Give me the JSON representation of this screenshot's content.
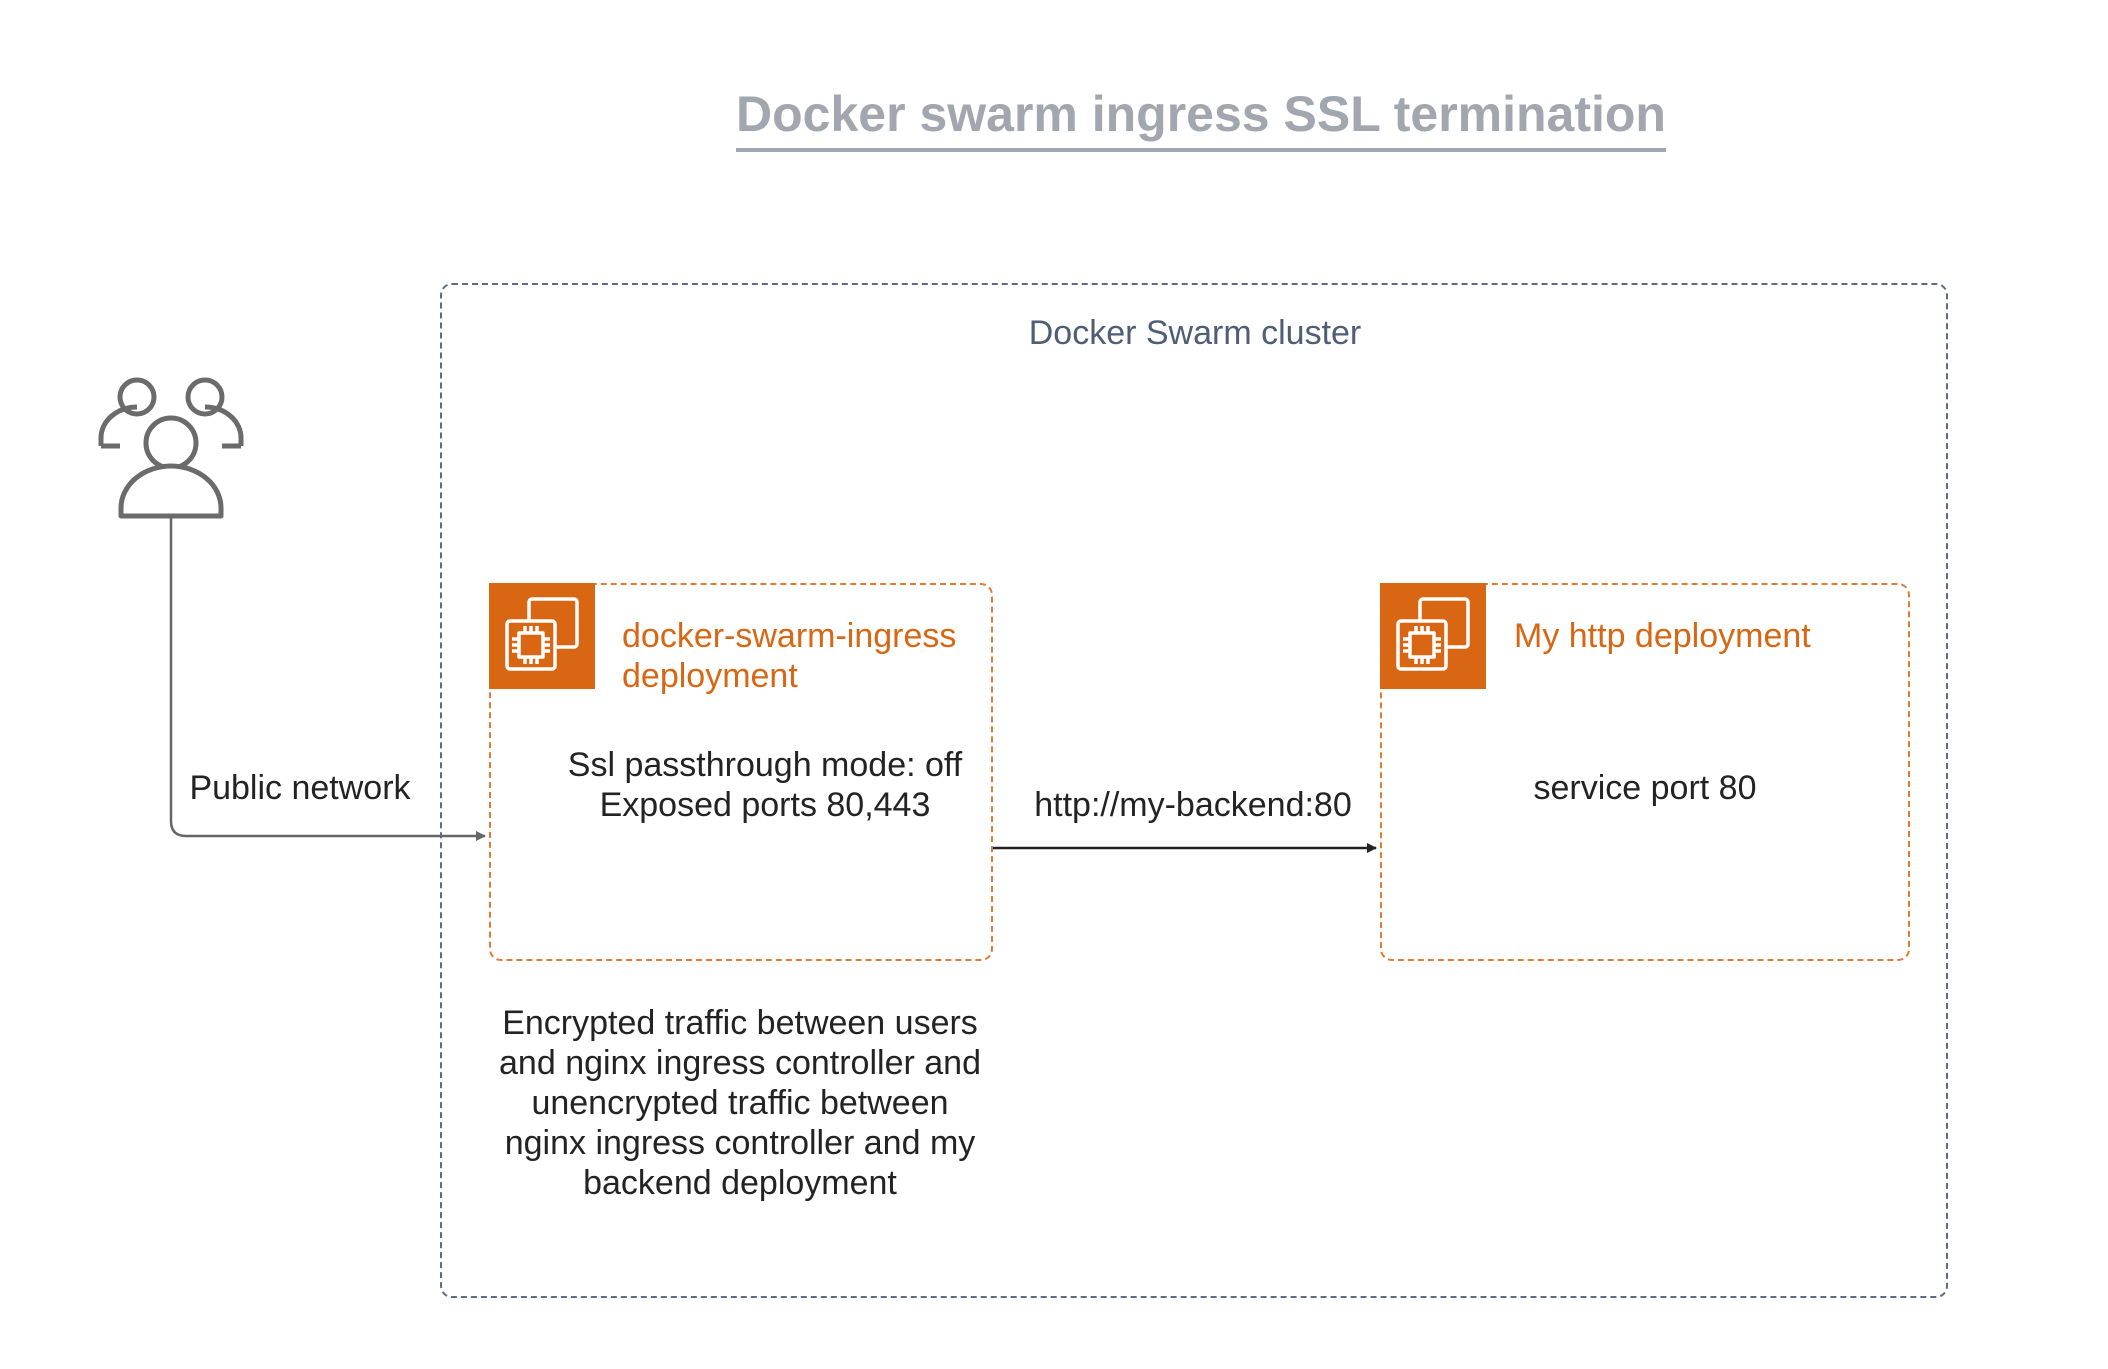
{
  "title": "Docker swarm ingress SSL termination",
  "cluster": {
    "label": "Docker Swarm cluster"
  },
  "users": {
    "icon": "users-icon"
  },
  "edges": {
    "public_label": "Public network",
    "backend_label": "http://my-backend:80"
  },
  "ingress": {
    "icon": "ec2-instance-icon",
    "title": "docker-swarm-ingress deployment",
    "line1": "Ssl passthrough mode: off",
    "line2": "Exposed ports 80,443"
  },
  "http": {
    "icon": "ec2-instance-icon",
    "title": "My http deployment",
    "service": "service port 80"
  },
  "note": "Encrypted traffic between users and nginx ingress controller and unencrypted traffic between nginx ingress controller and my backend deployment",
  "colors": {
    "title": "#a2a6ae",
    "cluster_border": "#5e6b82",
    "cluster_label": "#4f5d75",
    "deployment_accent": "#d86613",
    "text": "#232323",
    "edge": "#666666"
  }
}
